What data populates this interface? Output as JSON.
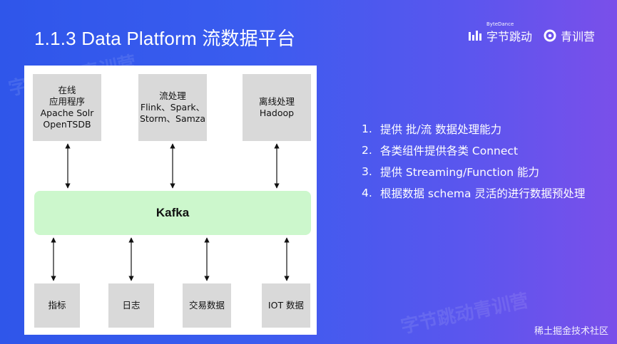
{
  "title": "1.1.3 Data Platform 流数据平台",
  "brands": {
    "bytedance_small": "ByteDance",
    "bytedance": "字节跳动",
    "qingxun": "青训营"
  },
  "diagram": {
    "top_boxes": [
      {
        "lines": [
          "在线",
          "应用程序",
          "Apache Solr",
          "OpenTSDB"
        ]
      },
      {
        "lines": [
          "流处理",
          "Flink、Spark、",
          "Storm、Samza"
        ]
      },
      {
        "lines": [
          "离线处理",
          "Hadoop"
        ]
      }
    ],
    "middle": {
      "label": "Kafka"
    },
    "bottom_boxes": [
      {
        "label": "指标"
      },
      {
        "label": "日志"
      },
      {
        "label": "交易数据"
      },
      {
        "label": "IOT 数据"
      }
    ]
  },
  "list": [
    {
      "number": "1.",
      "text": "提供 批/流 数据处理能力"
    },
    {
      "number": "2.",
      "text": "各类组件提供各类 Connect"
    },
    {
      "number": "3.",
      "text": "提供 Streaming/Function 能力"
    },
    {
      "number": "4.",
      "text": "根据数据 schema 灵活的进行数据预处理"
    }
  ],
  "footer": "稀土掘金技术社区",
  "watermark": "字节跳动青训营"
}
